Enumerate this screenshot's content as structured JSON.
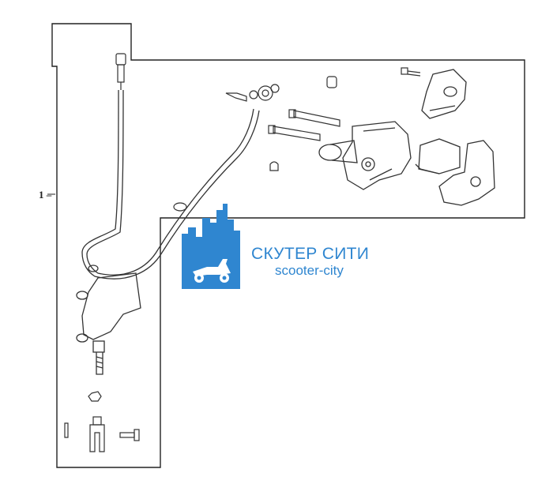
{
  "diagram": {
    "callout_label": "1 –"
  },
  "watermark": {
    "name_ru": "СКУТЕР СИТИ",
    "name_en": "scooter-city",
    "color": "#2f86d0"
  },
  "colors": {
    "line": "#333333",
    "frame": "#222222"
  }
}
